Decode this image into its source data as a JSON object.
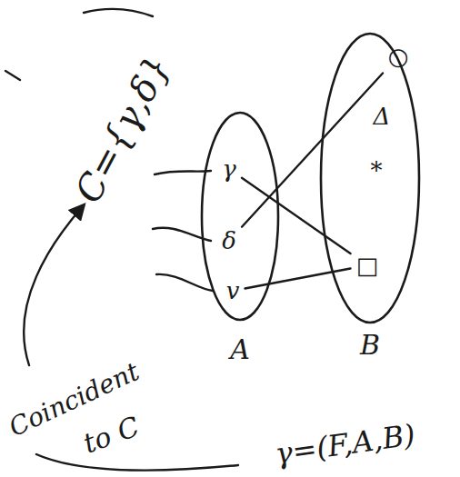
{
  "diagram": {
    "nodes": [
      {
        "text": [
          "A"
        ]
      },
      {
        "text": [
          "γ"
        ],
        "in": 0
      },
      {
        "text": [
          "δ"
        ],
        "in": 0
      },
      {
        "text": [
          "v"
        ],
        "in": 0
      },
      {
        "text": [
          "B"
        ]
      },
      {
        "text": [
          "○"
        ],
        "in": 4
      },
      {
        "text": [
          "Δ"
        ],
        "in": 4
      },
      {
        "text": [
          "*"
        ],
        "in": 4
      },
      {
        "text": [
          "□"
        ],
        "in": 4
      }
    ],
    "edges": [
      {
        "from": 1,
        "to": 8,
        "arrow": "none"
      },
      {
        "from": 2,
        "to": 5,
        "arrow": "none"
      },
      {
        "from": 3,
        "to": 8,
        "arrow": "none"
      }
    ],
    "labels": [
      "C={γ,δ}",
      "Coincident",
      "to C",
      "γ=(F,A,B)"
    ]
  }
}
